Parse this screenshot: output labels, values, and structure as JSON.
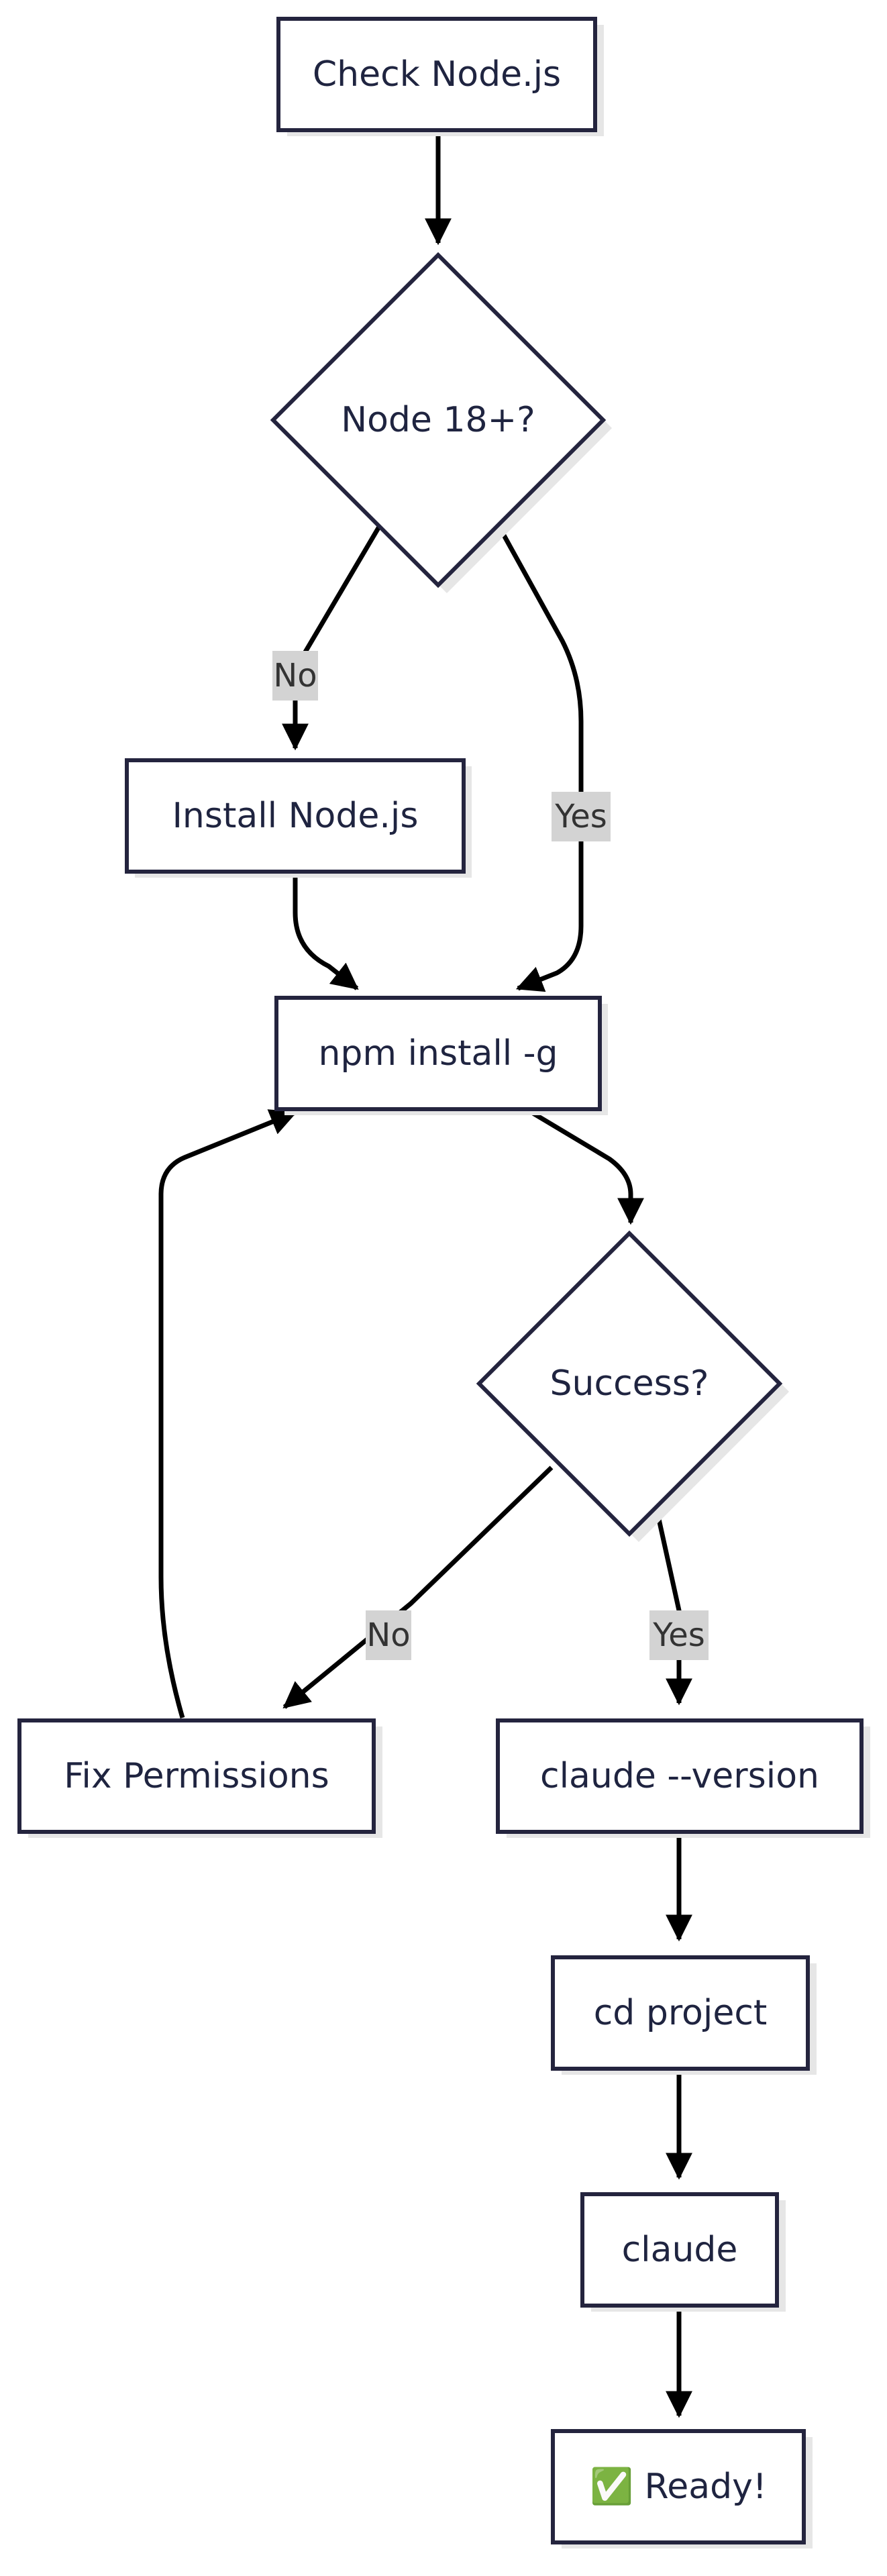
{
  "nodes": {
    "check_node": "Check Node.js",
    "node_version": "Node 18+?",
    "install_node": "Install Node.js",
    "npm_install": "npm install -g",
    "success": "Success?",
    "fix_permissions": "Fix Permissions",
    "claude_version": "claude --version",
    "cd_project": "cd project",
    "claude": "claude",
    "ready": "✅ Ready!"
  },
  "edge_labels": {
    "node_no": "No",
    "node_yes": "Yes",
    "success_no": "No",
    "success_yes": "Yes"
  },
  "colors": {
    "node_stroke": "#24243e",
    "node_fill": "#ffffff",
    "edge": "#000000",
    "label_bg": "#d3d3d3",
    "shadow": "#e6e6e6"
  }
}
